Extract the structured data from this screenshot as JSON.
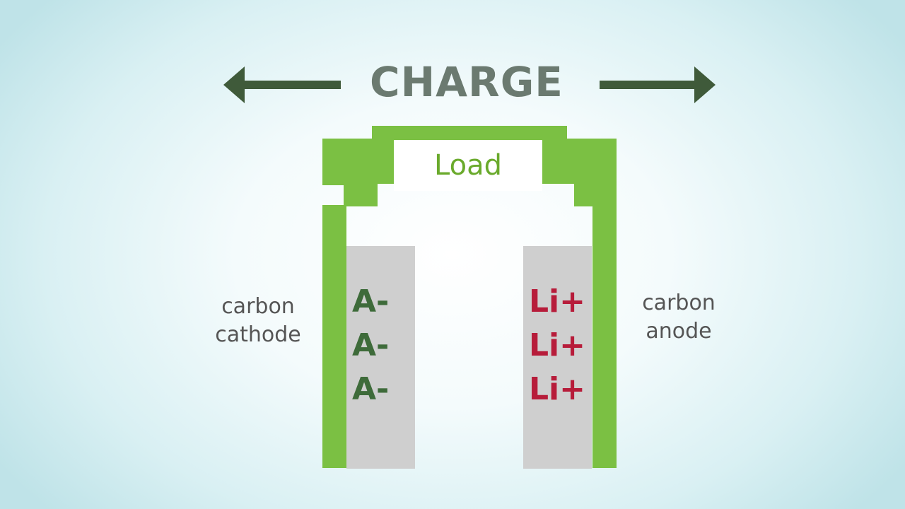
{
  "diagram": {
    "title": "CHARGE",
    "load_label": "Load",
    "cathode": {
      "label_line1": "carbon",
      "label_line2": "cathode",
      "ions": [
        "A-",
        "A-",
        "A-"
      ]
    },
    "anode": {
      "label_line1": "carbon",
      "label_line2": "anode",
      "ions": [
        "Li+",
        "Li+",
        "Li+"
      ]
    },
    "colors": {
      "circuit_green": "#7bc043",
      "arrow_green": "#3f5a3a",
      "negative_ion": "#3e6b3a",
      "positive_ion": "#b71c3a",
      "electrode_gray": "#cfcfcf",
      "title_gray": "#6b7a70"
    },
    "icons": [
      "arrow-left-icon",
      "arrow-right-icon"
    ]
  }
}
